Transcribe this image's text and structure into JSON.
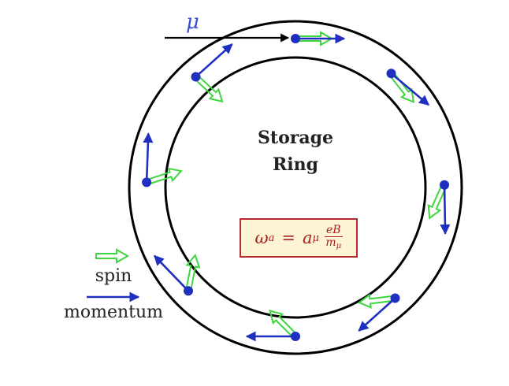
{
  "diagram": {
    "particle_label": "μ",
    "ring_label_line1": "Storage",
    "ring_label_line2": "Ring",
    "formula": {
      "lhs": "ω",
      "lhs_sub": "a",
      "equals": "=",
      "coef": "a",
      "coef_sub": "μ",
      "numerator": "eB",
      "denominator": "m",
      "denominator_sub": "μ"
    },
    "legend": {
      "spin_label": "spin",
      "momentum_label": "momentum"
    },
    "colors": {
      "spin": "#3dd63d",
      "momentum": "#1f2fbf",
      "ring": "#000000",
      "formula_text": "#a8201f",
      "formula_border": "#b52a2a",
      "formula_bg": "#fdf4d6",
      "mu_label": "#3a4fd0"
    },
    "muons": [
      {
        "name": "muon-top",
        "angle_deg": 90,
        "spin_relative_deg": 0
      },
      {
        "name": "muon-upper-right",
        "angle_deg": 50,
        "spin_relative_deg": -12
      },
      {
        "name": "muon-right",
        "angle_deg": 1,
        "spin_relative_deg": -25
      },
      {
        "name": "muon-lower-right",
        "angle_deg": -48,
        "spin_relative_deg": -35
      },
      {
        "name": "muon-bottom",
        "angle_deg": -90,
        "spin_relative_deg": -45
      },
      {
        "name": "muon-lower-left",
        "angle_deg": -136,
        "spin_relative_deg": -55
      },
      {
        "name": "muon-left",
        "angle_deg": 178,
        "spin_relative_deg": -70
      },
      {
        "name": "muon-upper-left",
        "angle_deg": 132,
        "spin_relative_deg": -85
      }
    ]
  }
}
